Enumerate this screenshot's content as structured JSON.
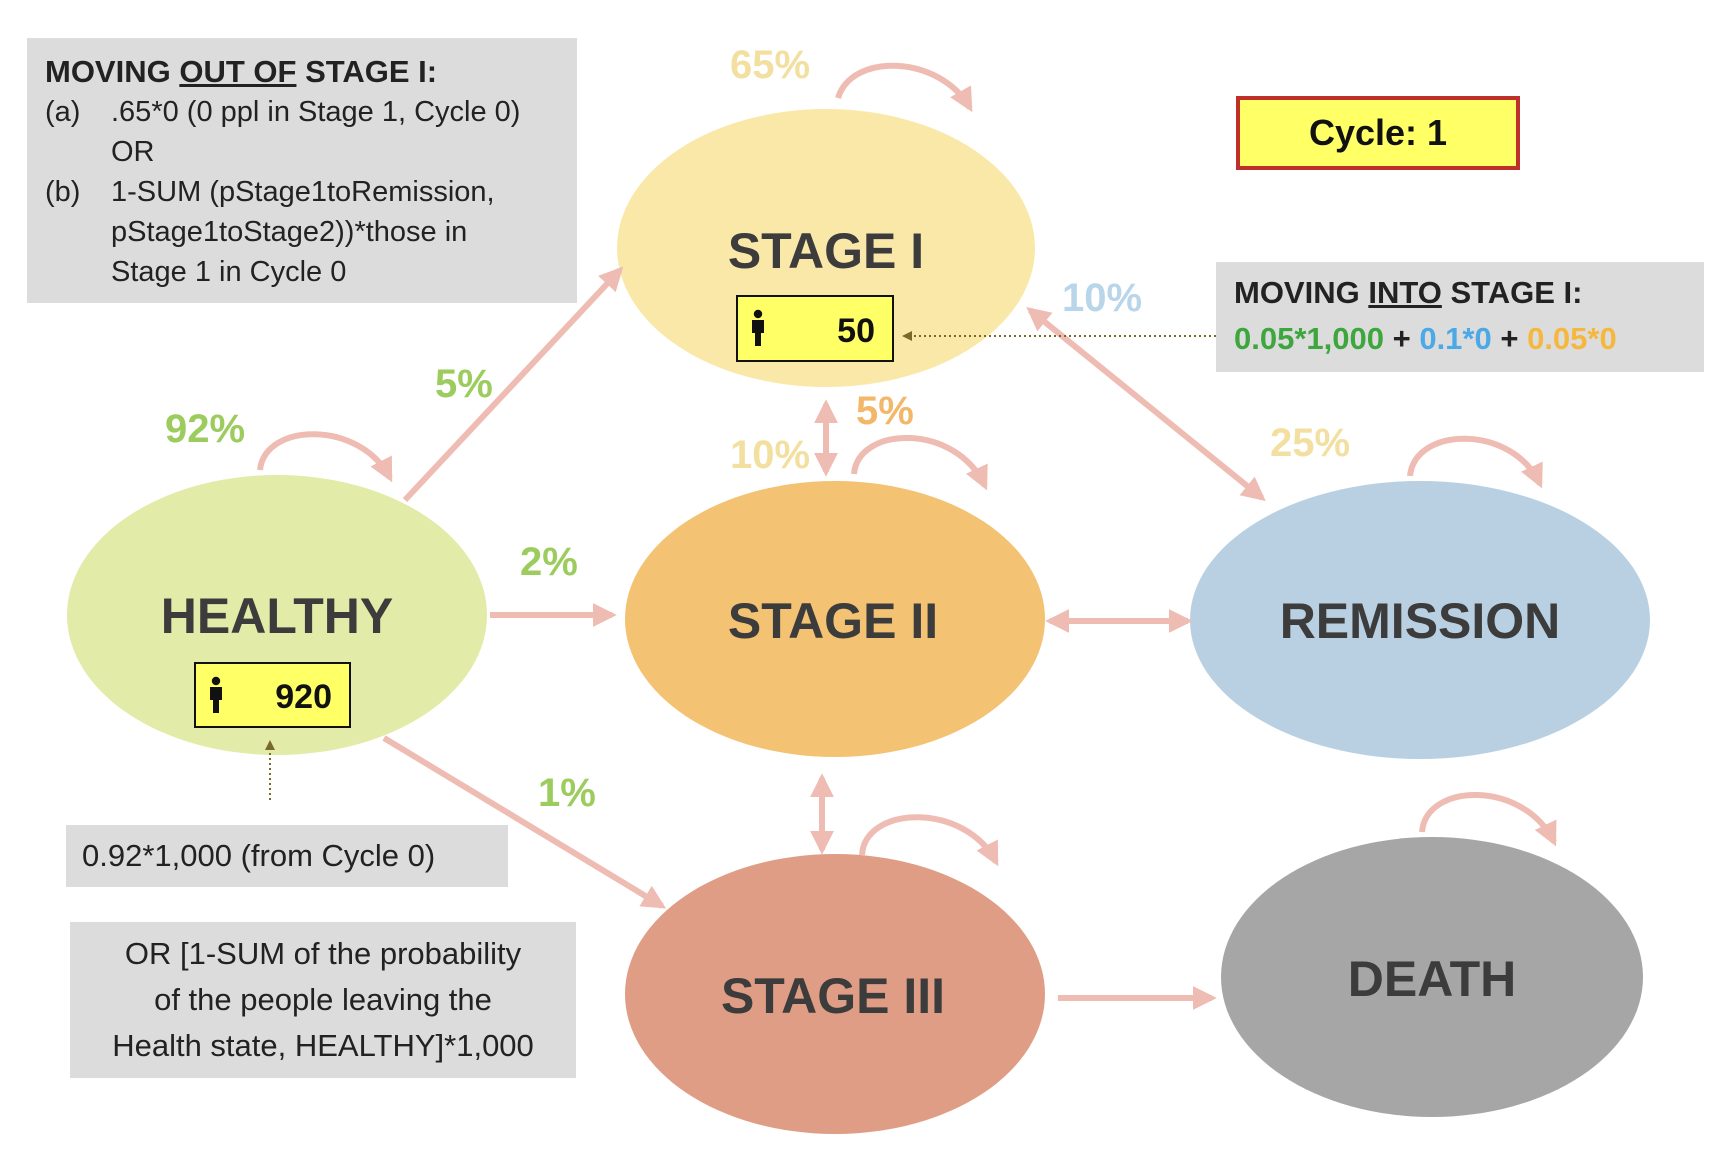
{
  "cycle_label": "Cycle: 1",
  "states": {
    "stage1": "STAGE I",
    "stage2": "STAGE II",
    "stage3": "STAGE III",
    "healthy": "HEALTHY",
    "remission": "REMISSION",
    "death": "DEATH"
  },
  "counts": {
    "stage1": "50",
    "healthy": "920"
  },
  "probabilities": {
    "stage1_stay": "65%",
    "healthy_stay": "92%",
    "healthy_to_stage1": "5%",
    "healthy_to_stage2": "2%",
    "healthy_to_stage3": "1%",
    "stage2_to_stage1": "10%",
    "stage1_to_stage2": "5%",
    "remission_to_stage1": "10%",
    "remission_stay": "25%"
  },
  "note_out": {
    "title_pre": "MOVING ",
    "title_underlined": "OUT OF",
    "title_post": " STAGE I:",
    "a_label": "(a)",
    "a_line1": ".65*0 (0 ppl in Stage 1, Cycle 0)",
    "a_line2": "OR",
    "b_label": "(b)",
    "b_line1": "1-SUM (pStage1toRemission,",
    "b_line2": "pStage1toStage2))*those in",
    "b_line3": "Stage 1 in Cycle 0"
  },
  "note_into": {
    "title_pre": "MOVING ",
    "title_underlined": "INTO",
    "title_post": " STAGE I:",
    "term1": "0.05*1,000",
    "plus1": " + ",
    "term2": "0.1*0",
    "plus2": " + ",
    "term3": "0.05*0"
  },
  "note_healthy": "0.92*1,000 (from Cycle 0)",
  "note_or": {
    "line1": "OR [1-SUM of the probability",
    "line2": "of the people leaving the",
    "line3": "Health state, HEALTHY]*1,000"
  },
  "colors": {
    "stage1": "#fae8a8",
    "stage2": "#f3c273",
    "stage3": "#e09d85",
    "healthy": "#e3eba8",
    "remission": "#b8d0e2",
    "death": "#a6a6a6",
    "arrow": "#eebcb2",
    "count_box": "#ffff66",
    "green": "#3da63d",
    "blue": "#4aa9e6",
    "orange": "#f5b73d",
    "cycle_border": "#c0302a"
  },
  "icons": [
    "person-icon",
    "arrow-icon"
  ]
}
